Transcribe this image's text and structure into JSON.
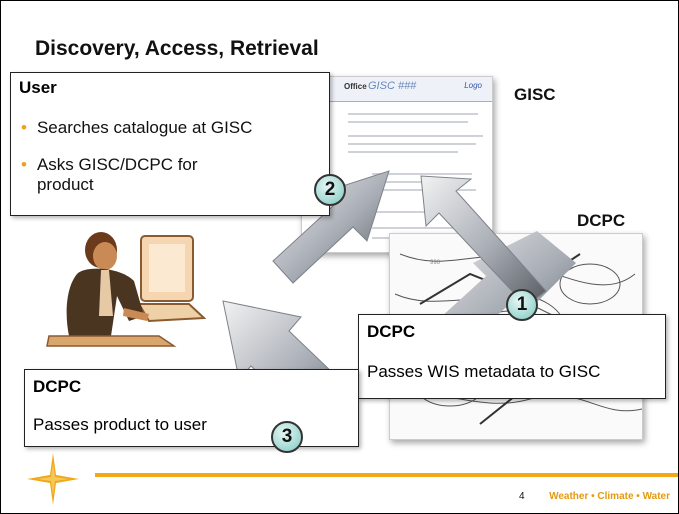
{
  "title": "Discovery, Access, Retrieval",
  "labels": {
    "gisc": "GISC",
    "dcpc_top": "DCPC"
  },
  "gisc_screenshot": {
    "office": "Office",
    "title": "GISC ###",
    "logo": "Logo"
  },
  "user_box": {
    "heading": "User",
    "bullets": [
      "Searches catalogue at GISC",
      "Asks GISC/DCPC for product"
    ]
  },
  "dcpc_box": {
    "heading": "DCPC",
    "text": "Passes WIS metadata to GISC"
  },
  "dcpc_user_box": {
    "heading": "DCPC",
    "text": "Passes product to user"
  },
  "steps": [
    "1",
    "2",
    "3"
  ],
  "footer": {
    "page": "4",
    "tagline": "Weather • Climate • Water"
  },
  "colors": {
    "accent": "#f0a818",
    "arrow_light": "#f2f2f2",
    "arrow_dark": "#55595f",
    "step_circle": "#7fc8c0"
  },
  "icons": [
    "person-at-computer-icon",
    "star-logo-icon"
  ]
}
